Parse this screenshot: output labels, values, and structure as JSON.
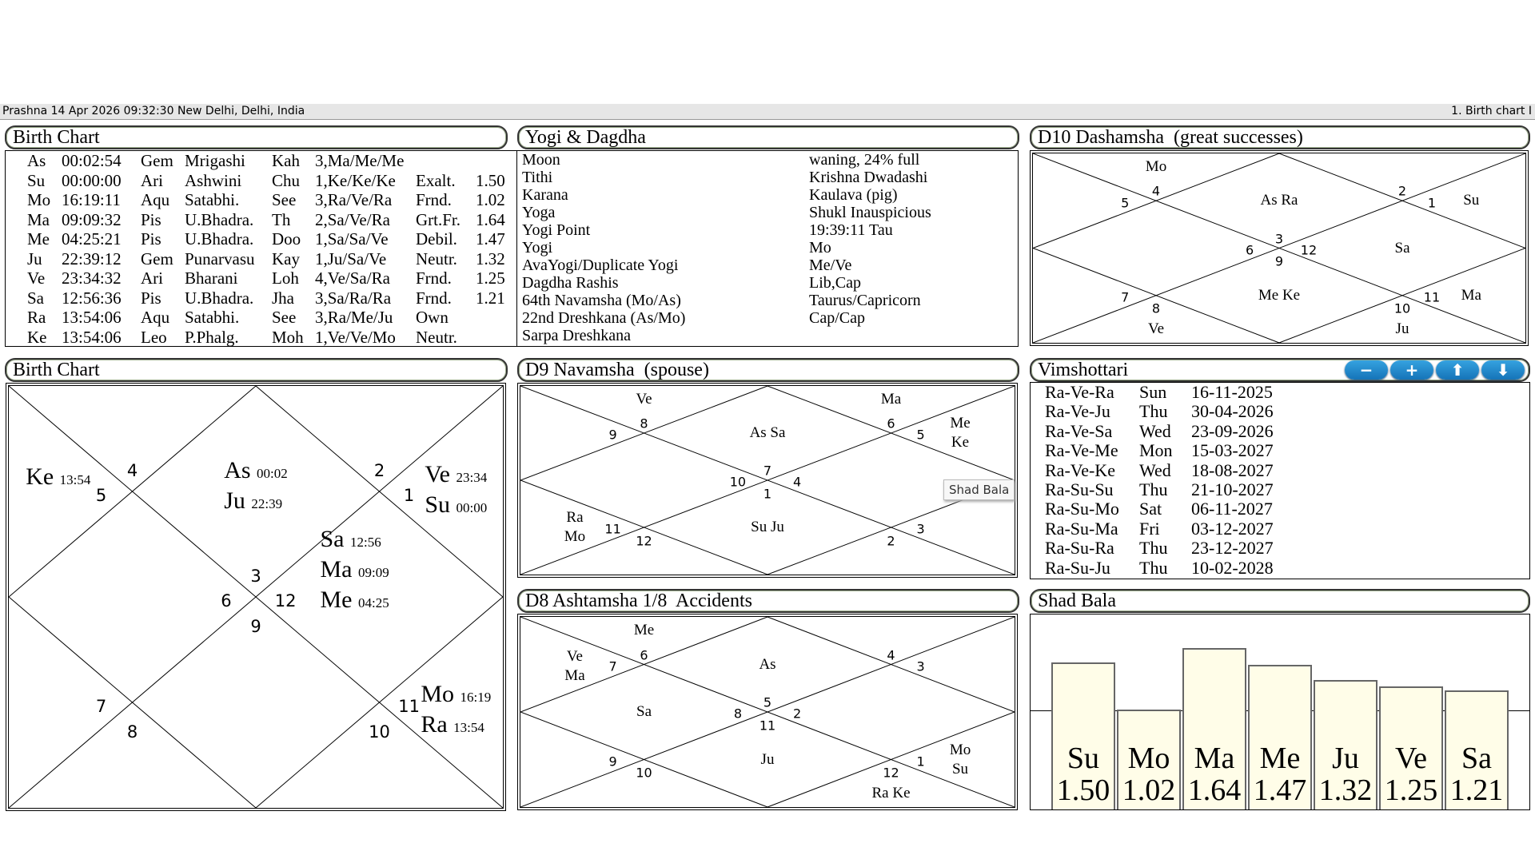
{
  "header": {
    "left": "Prashna 14 Apr 2026 09:32:30  New Delhi, Delhi, India",
    "right": "1. Birth chart I"
  },
  "birth_table": {
    "title": "Birth Chart",
    "rows": [
      [
        "As",
        "00:02:54",
        "Gem",
        "Mrigashi",
        "Kah",
        "3,Ma/Me/Me",
        "",
        ""
      ],
      [
        "Su",
        "00:00:00",
        "Ari",
        "Ashwini",
        "Chu",
        "1,Ke/Ke/Ke",
        "Exalt.",
        "1.50"
      ],
      [
        "Mo",
        "16:19:11",
        "Aqu",
        "Satabhi.",
        "See",
        "3,Ra/Ve/Ra",
        "Frnd.",
        "1.02"
      ],
      [
        "Ma",
        "09:09:32",
        "Pis",
        "U.Bhadra.",
        "Th",
        "2,Sa/Ve/Ra",
        "Grt.Fr.",
        "1.64"
      ],
      [
        "Me",
        "04:25:21",
        "Pis",
        "U.Bhadra.",
        "Doo",
        "1,Sa/Sa/Ve",
        "Debil.",
        "1.47"
      ],
      [
        "Ju",
        "22:39:12",
        "Gem",
        "Punarvasu",
        "Kay",
        "1,Ju/Sa/Ve",
        "Neutr.",
        "1.32"
      ],
      [
        "Ve",
        "23:34:32",
        "Ari",
        "Bharani",
        "Loh",
        "4,Ve/Sa/Ra",
        "Frnd.",
        "1.25"
      ],
      [
        "Sa",
        "12:56:36",
        "Pis",
        "U.Bhadra.",
        "Jha",
        "3,Sa/Ra/Ra",
        "Frnd.",
        "1.21"
      ],
      [
        "Ra",
        "13:54:06",
        "Aqu",
        "Satabhi.",
        "See",
        "3,Ra/Me/Ju",
        "Own",
        ""
      ],
      [
        "Ke",
        "13:54:06",
        "Leo",
        "P.Phalg.",
        "Moh",
        "1,Ve/Ve/Mo",
        "Neutr.",
        ""
      ]
    ]
  },
  "yogi": {
    "title": "Yogi & Dagdha",
    "rows": [
      [
        "Moon",
        "waning, 24% full"
      ],
      [
        "Tithi",
        "Krishna Dwadashi"
      ],
      [
        "Karana",
        "Kaulava (pig)"
      ],
      [
        "Yoga",
        "Shukl Inauspicious"
      ],
      [
        "Yogi Point",
        "19:39:11 Tau"
      ],
      [
        "Yogi",
        "Mo"
      ],
      [
        "AvaYogi/Duplicate Yogi",
        "Me/Ve"
      ],
      [
        "Dagdha Rashis",
        "Lib,Cap"
      ],
      [
        "64th Navamsha (Mo/As)",
        "Taurus/Capricorn"
      ],
      [
        "22nd Dreshkana (As/Mo)",
        "Cap/Cap"
      ],
      [
        "Sarpa Dreshkana",
        ""
      ]
    ]
  },
  "d10": {
    "title": "D10 Dashamsha  (great successes)",
    "houses": [
      {
        "sign": "3",
        "planets": [
          "As Ra"
        ]
      },
      {
        "sign": "4",
        "planets": [
          "Mo"
        ]
      },
      {
        "sign": "5",
        "planets": []
      },
      {
        "sign": "6",
        "planets": []
      },
      {
        "sign": "7",
        "planets": []
      },
      {
        "sign": "8",
        "planets": [
          "Ve"
        ]
      },
      {
        "sign": "9",
        "planets": [
          "Me Ke"
        ]
      },
      {
        "sign": "10",
        "planets": [
          "Ju"
        ]
      },
      {
        "sign": "11",
        "planets": [
          "Ma"
        ]
      },
      {
        "sign": "12",
        "planets": [
          "Sa"
        ]
      },
      {
        "sign": "1",
        "planets": [
          "Su"
        ]
      },
      {
        "sign": "2",
        "planets": []
      }
    ]
  },
  "birth_chart": {
    "title": "Birth Chart",
    "houses": [
      {
        "sign": "3",
        "planets": [
          {
            "p": "As",
            "d": "00:02"
          },
          {
            "p": "Ju",
            "d": "22:39"
          }
        ]
      },
      {
        "sign": "4",
        "planets": []
      },
      {
        "sign": "5",
        "planets": [
          {
            "p": "Ke",
            "d": "13:54"
          }
        ]
      },
      {
        "sign": "6",
        "planets": []
      },
      {
        "sign": "7",
        "planets": []
      },
      {
        "sign": "8",
        "planets": []
      },
      {
        "sign": "9",
        "planets": []
      },
      {
        "sign": "10",
        "planets": []
      },
      {
        "sign": "11",
        "planets": [
          {
            "p": "Mo",
            "d": "16:19"
          },
          {
            "p": "Ra",
            "d": "13:54"
          }
        ]
      },
      {
        "sign": "12",
        "planets": [
          {
            "p": "Sa",
            "d": "12:56"
          },
          {
            "p": "Ma",
            "d": "09:09"
          },
          {
            "p": "Me",
            "d": "04:25"
          }
        ]
      },
      {
        "sign": "1",
        "planets": [
          {
            "p": "Ve",
            "d": "23:34"
          },
          {
            "p": "Su",
            "d": "00:00"
          }
        ]
      },
      {
        "sign": "2",
        "planets": []
      }
    ]
  },
  "d9": {
    "title": "D9 Navamsha  (spouse)",
    "houses": [
      {
        "sign": "7",
        "planets": [
          "As Sa"
        ]
      },
      {
        "sign": "8",
        "planets": [
          "Ve"
        ]
      },
      {
        "sign": "9",
        "planets": []
      },
      {
        "sign": "10",
        "planets": []
      },
      {
        "sign": "11",
        "planets": [
          "Ra",
          "Mo"
        ]
      },
      {
        "sign": "12",
        "planets": []
      },
      {
        "sign": "1",
        "planets": [
          "Su Ju"
        ]
      },
      {
        "sign": "2",
        "planets": []
      },
      {
        "sign": "3",
        "planets": []
      },
      {
        "sign": "4",
        "planets": []
      },
      {
        "sign": "5",
        "planets": [
          "Me",
          "Ke"
        ]
      },
      {
        "sign": "6",
        "planets": [
          "Ma"
        ]
      }
    ]
  },
  "d8": {
    "title": "D8 Ashtamsha 1/8  Accidents",
    "houses": [
      {
        "sign": "5",
        "planets": [
          "As"
        ]
      },
      {
        "sign": "6",
        "planets": [
          "Me"
        ]
      },
      {
        "sign": "7",
        "planets": [
          "Ve",
          "Ma"
        ]
      },
      {
        "sign": "8",
        "planets": [
          "Sa"
        ]
      },
      {
        "sign": "9",
        "planets": []
      },
      {
        "sign": "10",
        "planets": []
      },
      {
        "sign": "11",
        "planets": [
          "Ju"
        ]
      },
      {
        "sign": "12",
        "planets": [
          "Ra Ke"
        ]
      },
      {
        "sign": "1",
        "planets": [
          "Mo",
          "Su"
        ]
      },
      {
        "sign": "2",
        "planets": []
      },
      {
        "sign": "3",
        "planets": []
      },
      {
        "sign": "4",
        "planets": []
      }
    ]
  },
  "vimshottari": {
    "title": "Vimshottari",
    "buttons": {
      "minus": "−",
      "plus": "+",
      "up": "⬆",
      "down": "⬇"
    },
    "rows": [
      [
        "Ra-Ve-Ra",
        "Sun",
        "16-11-2025"
      ],
      [
        "Ra-Ve-Ju",
        "Thu",
        "30-04-2026"
      ],
      [
        "Ra-Ve-Sa",
        "Wed",
        "23-09-2026"
      ],
      [
        "Ra-Ve-Me",
        "Mon",
        "15-03-2027"
      ],
      [
        "Ra-Ve-Ke",
        "Wed",
        "18-08-2027"
      ],
      [
        "Ra-Su-Su",
        "Thu",
        "21-10-2027"
      ],
      [
        "Ra-Su-Mo",
        "Sat",
        "06-11-2027"
      ],
      [
        "Ra-Su-Ma",
        "Fri",
        "03-12-2027"
      ],
      [
        "Ra-Su-Ra",
        "Thu",
        "23-12-2027"
      ],
      [
        "Ra-Su-Ju",
        "Thu",
        "10-02-2028"
      ]
    ]
  },
  "tooltip": "Shad Bala",
  "shadbala": {
    "title": "Shad Bala",
    "chart_data": {
      "type": "bar",
      "categories": [
        "Su",
        "Mo",
        "Ma",
        "Me",
        "Ju",
        "Ve",
        "Sa"
      ],
      "values": [
        1.5,
        1.02,
        1.64,
        1.47,
        1.32,
        1.25,
        1.21
      ],
      "value_labels": [
        "1.50",
        "1.02",
        "1.64",
        "1.47",
        "1.32",
        "1.25",
        "1.21"
      ],
      "reference_line": 1.0
    }
  }
}
